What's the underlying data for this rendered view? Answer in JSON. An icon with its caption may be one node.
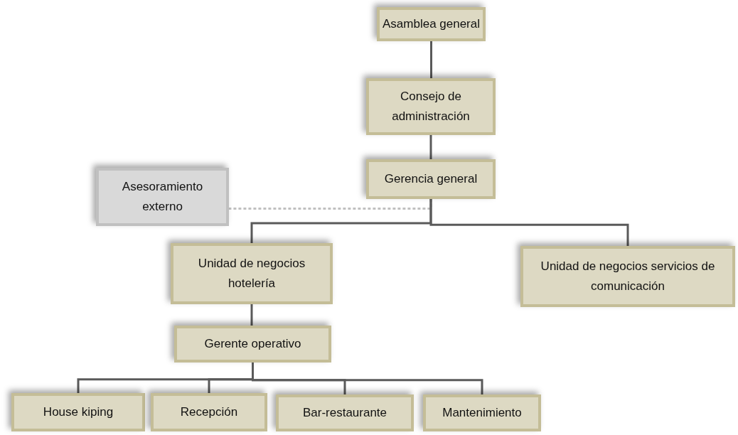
{
  "diagram": {
    "nodes": [
      {
        "text": [
          "Asamblea general"
        ]
      },
      {
        "text": [
          "Consejo de administración"
        ]
      },
      {
        "text": [
          "Gerencia general"
        ]
      },
      {
        "text": [
          "Asesoramiento externo"
        ]
      },
      {
        "text": [
          "Unidad de negocios hotelería"
        ]
      },
      {
        "text": [
          "Unidad de negocios servicios de comunicación"
        ]
      },
      {
        "text": [
          "Gerente operativo"
        ]
      },
      {
        "text": [
          "House kiping"
        ]
      },
      {
        "text": [
          "Recepción"
        ]
      },
      {
        "text": [
          "Bar-restaurante"
        ]
      },
      {
        "text": [
          "Mantenimiento"
        ]
      }
    ],
    "edges": [
      {
        "from": 0,
        "to": 1,
        "arrow": "none"
      },
      {
        "from": 1,
        "to": 2,
        "arrow": "none"
      },
      {
        "from": 2,
        "to": 3,
        "arrow": "none",
        "style": "dashed",
        "color": "#c0c0c0"
      },
      {
        "from": 2,
        "to": 4,
        "arrow": "none"
      },
      {
        "from": 2,
        "to": 5,
        "arrow": "none"
      },
      {
        "from": 4,
        "to": 6,
        "arrow": "none"
      },
      {
        "from": 6,
        "to": 7,
        "arrow": "none"
      },
      {
        "from": 6,
        "to": 8,
        "arrow": "none"
      },
      {
        "from": 6,
        "to": 9,
        "arrow": "none"
      },
      {
        "from": 6,
        "to": 10,
        "arrow": "none"
      }
    ]
  }
}
